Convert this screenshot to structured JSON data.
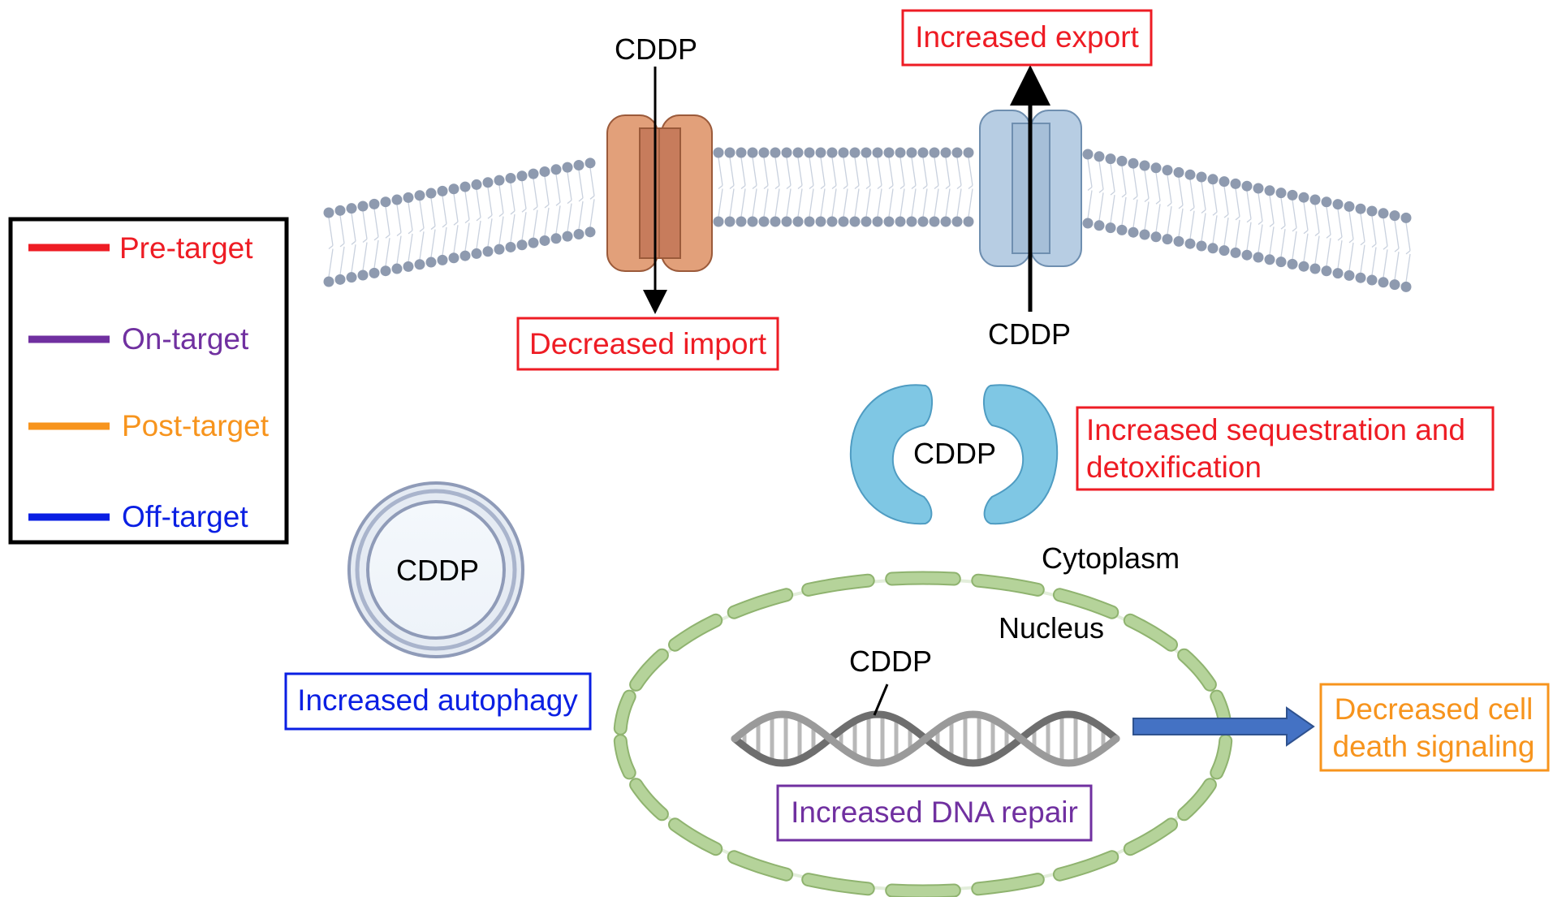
{
  "legend": {
    "items": [
      {
        "label": "Pre-target",
        "color": "#ee1c24"
      },
      {
        "label": "On-target",
        "color": "#7030a0"
      },
      {
        "label": "Post-target",
        "color": "#f7941d"
      },
      {
        "label": "Off-target",
        "color": "#0a1fe3"
      }
    ]
  },
  "drug": "CDDP",
  "labels": {
    "cytoplasm": "Cytoplasm",
    "nucleus": "Nucleus"
  },
  "mechanisms": {
    "increased_export": "Increased export",
    "decreased_import": "Decreased import",
    "sequestration_line1": "Increased sequestration and",
    "sequestration_line2": "detoxification",
    "autophagy": "Increased autophagy",
    "dna_repair": "Increased DNA repair",
    "death_signaling_line1": "Decreased cell",
    "death_signaling_line2": "death signaling"
  },
  "colors": {
    "pre_target": "#ee1c24",
    "on_target": "#7030a0",
    "post_target": "#f7941d",
    "off_target": "#0a1fe3",
    "membrane_head": "#8e9aaf",
    "importer": "#e2a07a",
    "exporter": "#b7cde3",
    "sequestration_protein": "#7fc7e4",
    "nuclear_envelope": "#b5d39a",
    "dna": "#8c8c8c",
    "signal_arrow": "#4472c4"
  }
}
